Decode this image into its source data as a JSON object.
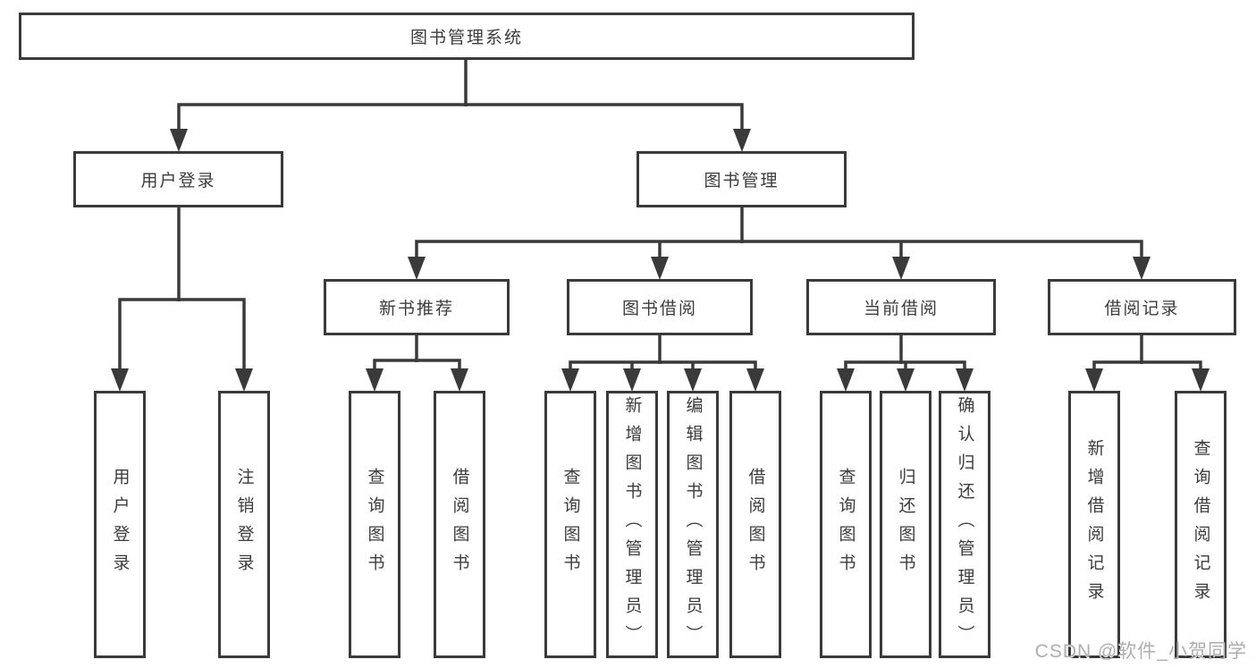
{
  "title": {
    "label": "图书管理系统"
  },
  "level2": {
    "user_login": "用户登录",
    "book_management": "图书管理"
  },
  "level3": {
    "new_book_recommend": "新书推荐",
    "book_borrow": "图书借阅",
    "current_borrow": "当前借阅",
    "borrow_record": "借阅记录"
  },
  "leaves": {
    "user_login": [
      "用户登录",
      "注销登录"
    ],
    "new_book_recommend": [
      "查询图书",
      "借阅图书"
    ],
    "book_borrow": [
      "查询图书",
      "新增图书（管理员）",
      "编辑图书（管理员）",
      "借阅图书"
    ],
    "current_borrow": [
      "查询图书",
      "归还图书",
      "确认归还（管理员）"
    ],
    "borrow_record": [
      "新增借阅记录",
      "查询借阅记录"
    ]
  },
  "watermark": "CSDN @软件_小贺同学",
  "colors": {
    "line": "#3a3a3a",
    "text": "#3c3c3c",
    "watermark": "#aeaeae",
    "background": "#ffffff"
  }
}
